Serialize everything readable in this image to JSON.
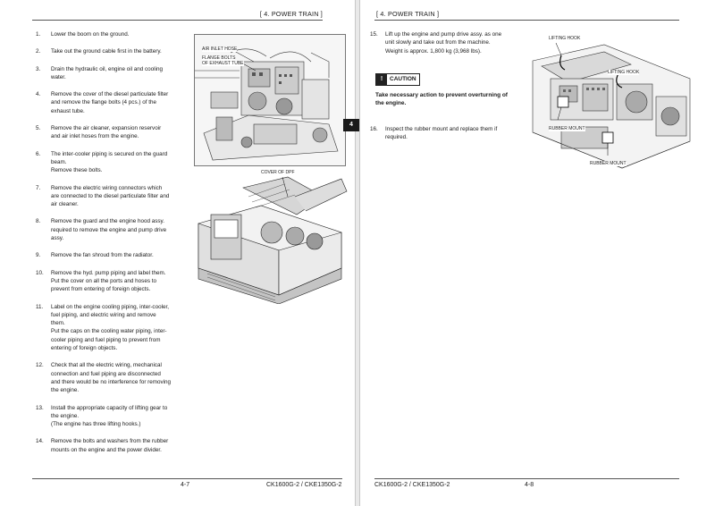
{
  "left_page": {
    "header": "[ 4. POWER TRAIN ]",
    "page_number": "4-7",
    "model": "CK1600G-2 / CKE1350G-2",
    "chapter_tab": "4",
    "steps": [
      {
        "num": "1.",
        "lines": [
          "Lower the boom on the ground."
        ]
      },
      {
        "num": "2.",
        "lines": [
          "Take out the ground cable first in the battery."
        ]
      },
      {
        "num": "3.",
        "lines": [
          "Drain the hydraulic oil, engine oil and cooling",
          "water."
        ]
      },
      {
        "num": "4.",
        "lines": [
          "Remove the cover of the diesel particulate filter",
          "and remove the flange bolts (4 pcs.) of the",
          "exhaust tube."
        ]
      },
      {
        "num": "5.",
        "lines": [
          "Remove the air cleaner, expansion reservoir",
          "and air inlet hoses from the engine."
        ]
      },
      {
        "num": "6.",
        "lines": [
          "The inter-cooler piping is secured on the guard",
          "beam.",
          "Remove these bolts."
        ]
      },
      {
        "num": "7.",
        "lines": [
          "Remove the electric wiring connectors which",
          "are connected to the diesel particulate filter and",
          "air cleaner."
        ]
      },
      {
        "num": "8.",
        "lines": [
          "Remove the guard and the engine hood assy.",
          "required to remove the engine and pump drive",
          "assy."
        ]
      },
      {
        "num": "9.",
        "lines": [
          "Remove the fan shroud from the radiator."
        ]
      },
      {
        "num": "10.",
        "lines": [
          "Remove the hyd. pump piping and label them.",
          "Put the cover on all the ports and hoses to",
          "prevent from entering of foreign objects."
        ]
      },
      {
        "num": "11.",
        "lines": [
          "Label on the engine cooling piping, inter-cooler,",
          "fuel piping, and electric wiring and remove",
          "them.",
          "Put the caps on the cooling water piping, inter-",
          "cooler piping and fuel piping to prevent from",
          "entering of foreign objects."
        ]
      },
      {
        "num": "12.",
        "lines": [
          "Check that all the electric wiring, mechanical",
          "connection and fuel piping are disconnected",
          "and there would be no interference for removing",
          "the engine."
        ]
      },
      {
        "num": "13.",
        "lines": [
          "Install the appropriate capacity of lifting gear to",
          "the engine.",
          "(The engine has three lifting hooks.)"
        ]
      },
      {
        "num": "14.",
        "lines": [
          "Remove the bolts and washers from the rubber",
          "mounts on the engine and the power divider."
        ]
      }
    ],
    "figure1_labels": {
      "air_inlet_hose": "AIR INLET HOSE",
      "flange_bolts_1": "FLANGE BOLTS",
      "flange_bolts_2": "OF EXHAUST TUBE"
    },
    "figure2_labels": {
      "cover_of_dpf": "COVER OF DPF"
    }
  },
  "right_page": {
    "header": "[ 4. POWER TRAIN ]",
    "page_number": "4-8",
    "model": "CK1600G-2 / CKE1350G-2",
    "step15": {
      "num": "15.",
      "lines": [
        "Lift up the engine and pump drive assy. as one",
        "unit slowly and take out from the machine.",
        "Weight is approx. 1,800 kg (3,968 lbs)."
      ]
    },
    "caution_label": "CAUTION",
    "caution_icon": "!",
    "caution_text_lines": [
      "Take necessary action to prevent overturning of",
      "the engine."
    ],
    "step16": {
      "num": "16.",
      "lines": [
        "Inspect the rubber mount and replace them if",
        "required."
      ]
    },
    "figure3_labels": {
      "lifting_hook_1": "LIFTING HOOK",
      "lifting_hook_2": "LIFTING HOOK",
      "rubber_mount_1": "RUBBER MOUNT",
      "rubber_mount_2": "RUBBER MOUNT"
    }
  }
}
